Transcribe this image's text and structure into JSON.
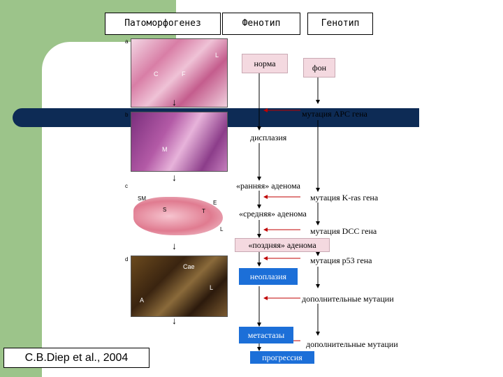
{
  "headers": {
    "pathomorphogenesis": "Патоморфогенез",
    "phenotype": "Фенотип",
    "genotype": "Генотип"
  },
  "panels": [
    {
      "letter": "a",
      "marks": [
        "L",
        "C",
        "F"
      ]
    },
    {
      "letter": "b",
      "marks": [
        "M"
      ]
    },
    {
      "letter": "c",
      "marks": [
        "SM",
        "E",
        "S",
        "T",
        "L"
      ]
    },
    {
      "letter": "d",
      "marks": [
        "Cae",
        "L",
        "A"
      ]
    }
  ],
  "phenotype": {
    "norma": "норма",
    "dysplasia": "дисплазия",
    "early": "«ранняя» аденома",
    "middle": "«средняя» аденома",
    "late": "«поздняя» аденома",
    "neoplasia": "неоплазия",
    "metastases": "метастазы",
    "progression": "прогрессия"
  },
  "genotype": {
    "background": "фон",
    "apc": "мутация APC гена",
    "kras": "мутация K-ras гена",
    "dcc": "мутация DCC гена",
    "p53": "мутация p53 гена",
    "extra1": "дополнительные мутации",
    "extra2": "дополнительные мутации"
  },
  "citation": "C.B.Diep et al., 2004",
  "colors": {
    "green": "#9cc48a",
    "navy": "#0d2b55",
    "blue": "#1c6fd8",
    "pink": "#f4d9e0",
    "arrow_red": "#c00000"
  }
}
